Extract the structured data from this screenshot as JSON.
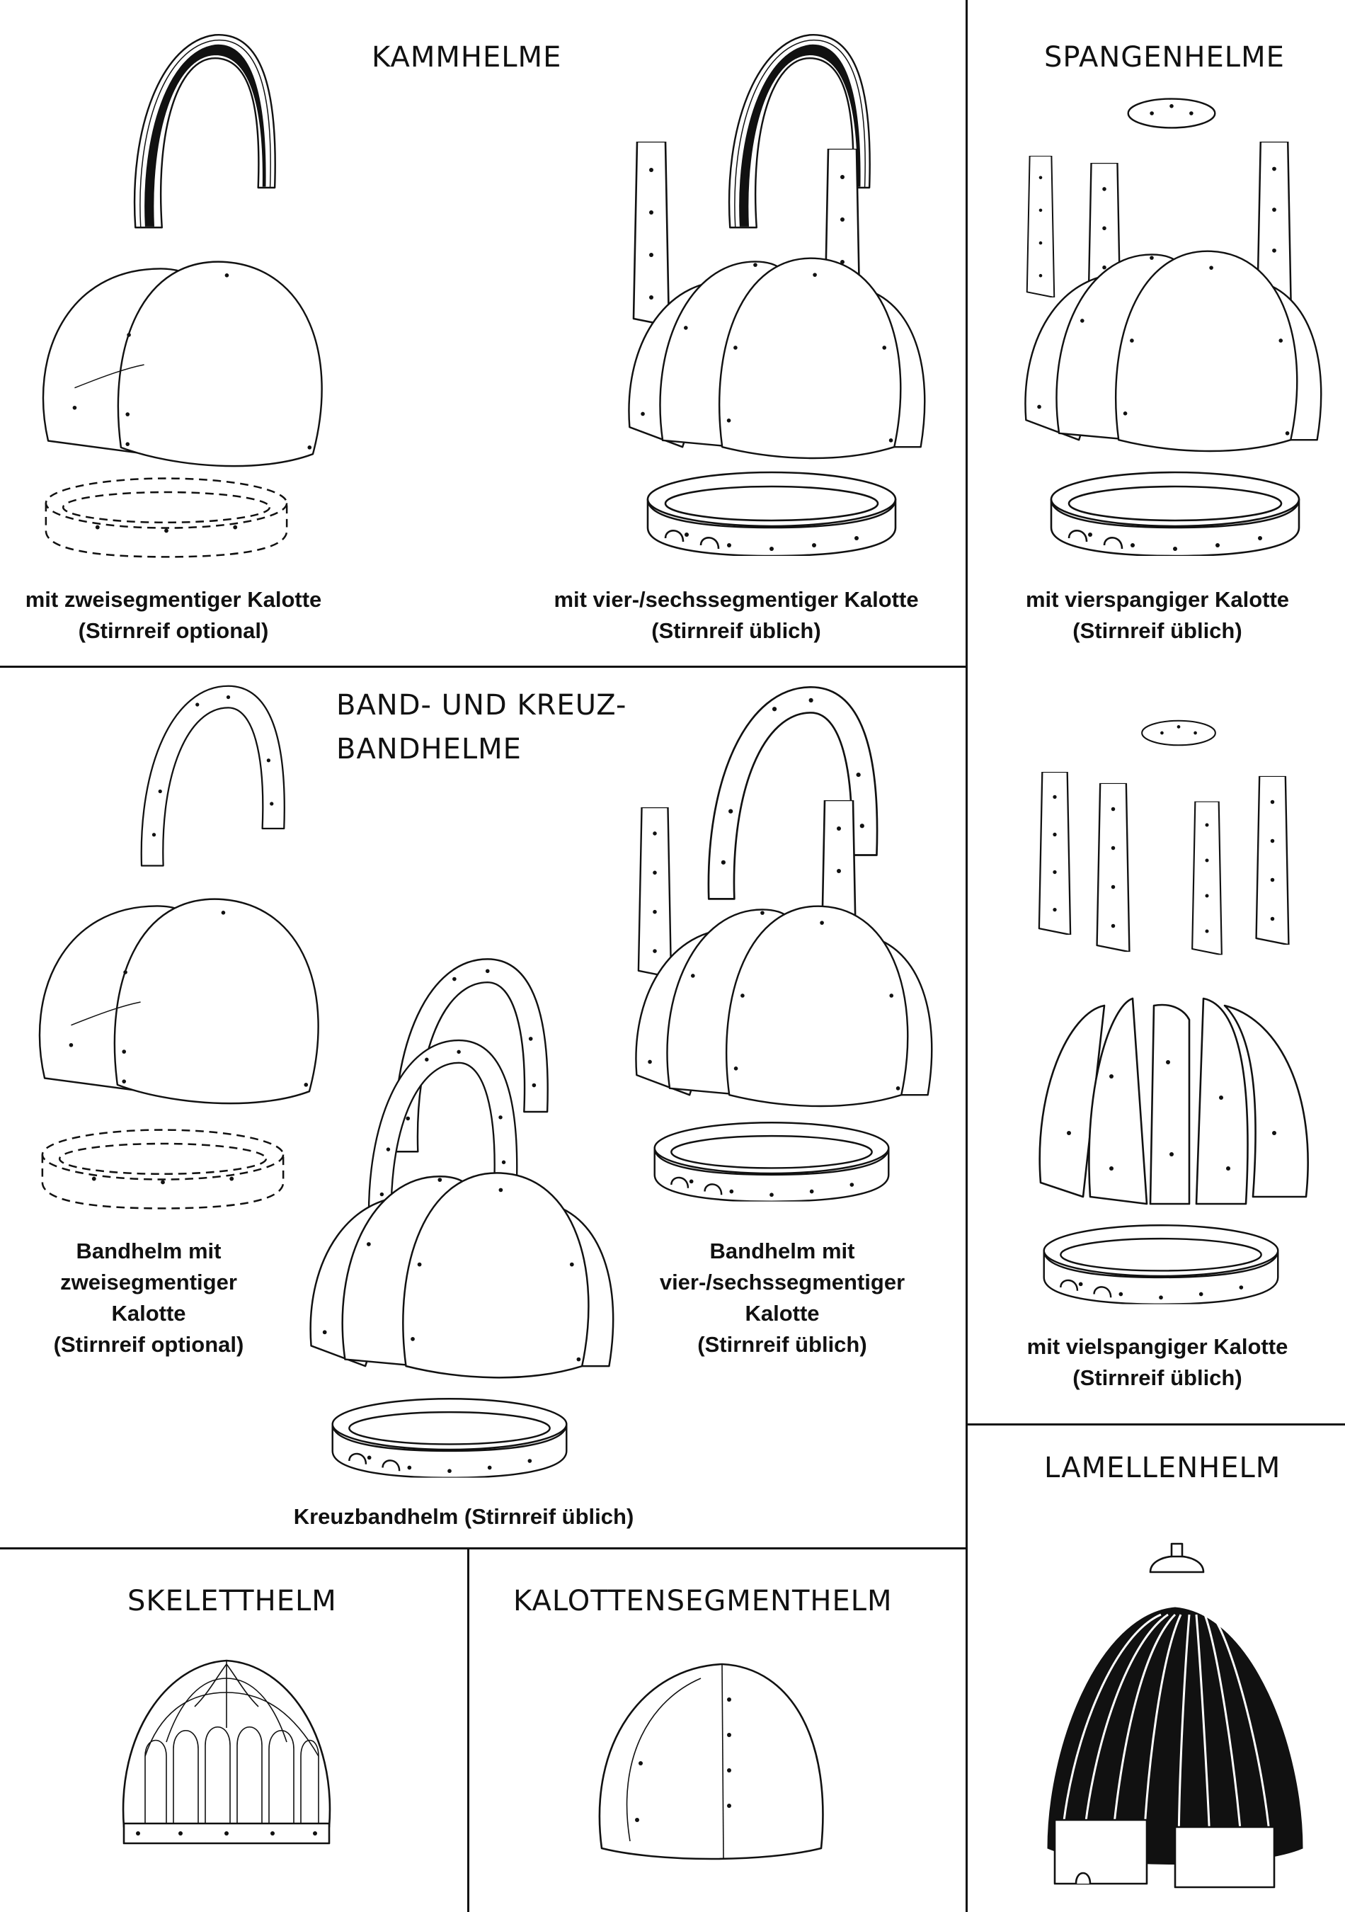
{
  "sections": {
    "kammhelme": {
      "title": "KAMMHELME",
      "variants": [
        {
          "caption": [
            "mit zweisegmentiger Kalotte",
            "(Stirnreif optional)"
          ]
        },
        {
          "caption": [
            "mit vier-/sechssegmentiger Kalotte",
            "(Stirnreif üblich)"
          ]
        }
      ]
    },
    "spangenhelme": {
      "title": "SPANGENHELME",
      "variants": [
        {
          "caption": [
            "mit vierspangiger Kalotte",
            "(Stirnreif üblich)"
          ]
        },
        {
          "caption": [
            "mit vielspangiger Kalotte",
            "(Stirnreif üblich)"
          ]
        }
      ]
    },
    "bandhelme": {
      "title": [
        "BAND- UND KREUZ-",
        "BANDHELME"
      ],
      "variants": [
        {
          "caption": [
            "Bandhelm mit",
            "zweisegmentiger",
            "Kalotte",
            "(Stirnreif optional)"
          ]
        },
        {
          "caption": [
            "Bandhelm mit",
            "vier-/sechssegmentiger",
            "Kalotte",
            "(Stirnreif üblich)"
          ]
        },
        {
          "caption": [
            "Kreuzbandhelm (Stirnreif üblich)"
          ]
        }
      ]
    },
    "lamellenhelm": {
      "title": "LAMELLENHELM"
    },
    "skeletthelm": {
      "title": "SKELETTHELM"
    },
    "kalottensegmenthelm": {
      "title": "KALOTTENSEGMENTHELM"
    }
  }
}
